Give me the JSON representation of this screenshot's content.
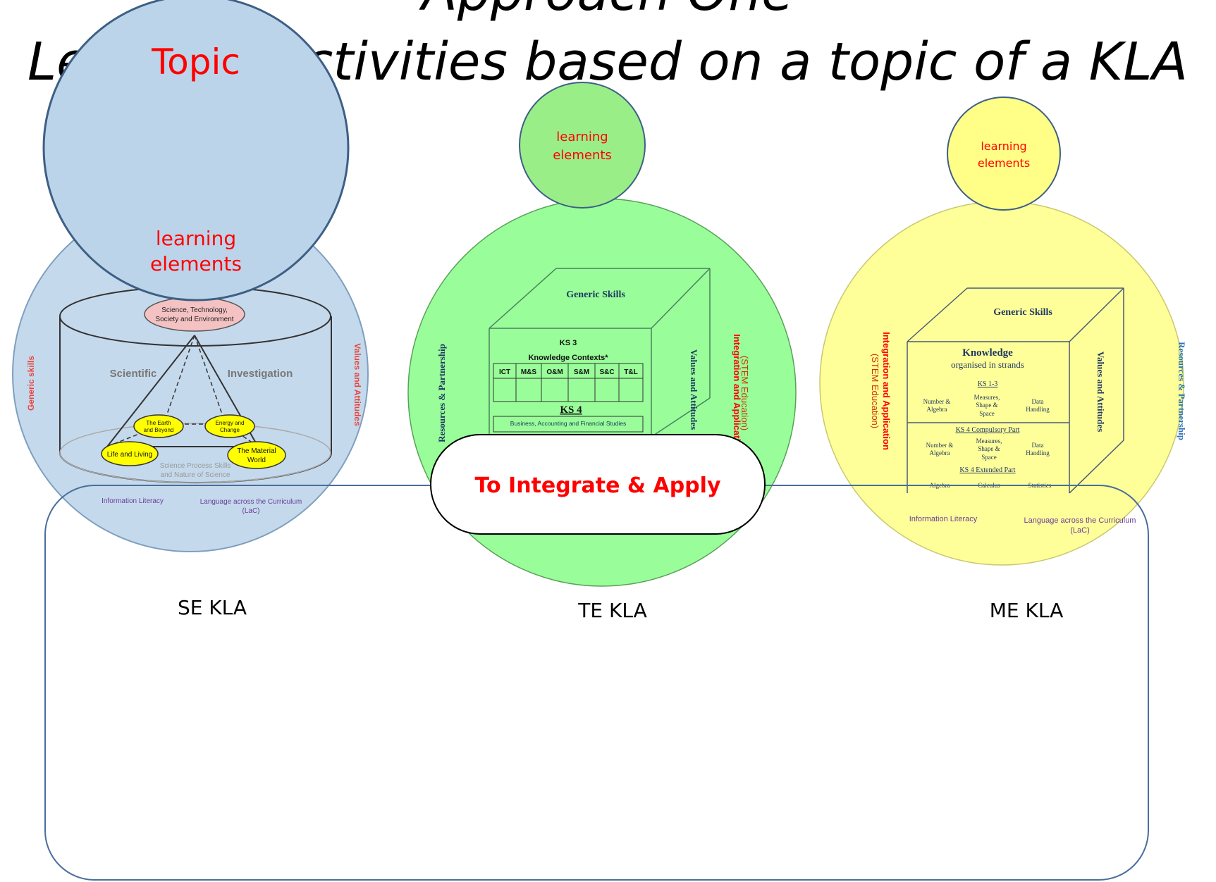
{
  "title": {
    "line1": "Approach One",
    "line2": "Learning activities based on a topic of a KLA"
  },
  "topic_label": "Topic",
  "learning_elements": "learning elements",
  "learning_word": "learning",
  "elements_word": "elements",
  "integrate_label": "To Integrate & Apply",
  "kla_labels": {
    "se": "SE KLA",
    "te": "TE KLA",
    "me": "ME KLA"
  },
  "se": {
    "side_left": "Generic skills",
    "side_right": "Values and Attitudes",
    "top_node": [
      "Science, Technology,",
      "Society and Environment"
    ],
    "scientific": "Scientific",
    "investigation": "Investigation",
    "strands": [
      "The Earth and Beyond",
      "Energy and Change",
      "Life and Living",
      "The Material World"
    ],
    "process": [
      "Science Process Skills",
      "and Nature of Science"
    ],
    "info_literacy": "Information Literacy",
    "lac": [
      "Language across the Curriculum",
      "(LaC)"
    ]
  },
  "te": {
    "generic": "Generic Skills",
    "ks3": "KS 3",
    "contexts": "Knowledge Contexts*",
    "cells": [
      "ICT",
      "M&S",
      "O&M",
      "S&M",
      "S&C",
      "T&L"
    ],
    "ks4": "KS 4",
    "ks4_sub": "Business, Accounting and Financial Studies",
    "left": "Resources & Partnership",
    "right_values": "Values and Attitudes",
    "right_integration": "Integration and Application",
    "right_stem": "(STEM Education)"
  },
  "me": {
    "generic": "Generic Skills",
    "knowledge": "Knowledge",
    "strands": "organised in strands",
    "ks13": "KS 1-3",
    "cols1": [
      "Number & Algebra",
      "Measures, Shape & Space",
      "Data Handling"
    ],
    "compulsory": "KS 4 Compulsory Part",
    "cols2": [
      "Number & Algebra",
      "Measures, Shape & Space",
      "Data Handling"
    ],
    "extended": "KS 4 Extended Part",
    "cols3": [
      "Algebra",
      "Calculus",
      "Statistics"
    ],
    "left_integration": "Integration and Application",
    "left_stem": "(STEM Education)",
    "values": "Values and Attitudes",
    "resources": "Resources & Partnership",
    "info_literacy": "Information Literacy",
    "lac": [
      "Language across the Curriculum",
      "(LaC)"
    ]
  },
  "colors": {
    "se_fill": "#c5d9ec",
    "topic_fill": "#bdd5eb",
    "te_fill": "#99fe99",
    "me_fill": "#ffff99",
    "red": "#ff0000",
    "frame": "#4a6e9c"
  }
}
